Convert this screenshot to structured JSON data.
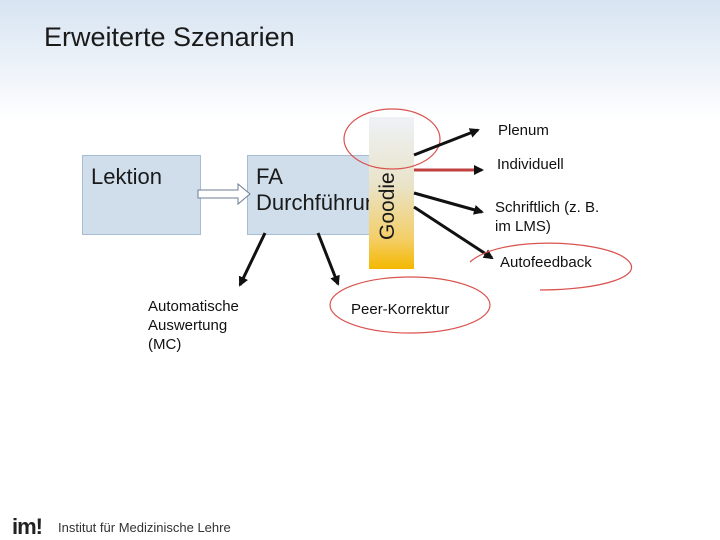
{
  "slide": {
    "title": "Erweiterte Szenarien"
  },
  "diagram": {
    "lektion": "Lektion",
    "fa_line1": "FA",
    "fa_line2": "Durchführung",
    "goodie": "Goodie",
    "plenum": "Plenum",
    "individuell": "Individuell",
    "schriftlich_line1": "Schriftlich (z. B.",
    "schriftlich_line2": "im LMS)",
    "autofeedback": "Autofeedback",
    "auto_line1": "Automatische",
    "auto_line2": "Auswertung",
    "auto_line3": "(MC)",
    "peer": "Peer-Korrektur"
  },
  "footer": {
    "logo": "im!",
    "institute": "Institut für Medizinische Lehre"
  },
  "colors": {
    "box_fill": "#d0deeb",
    "oval_stroke": "#d9534f",
    "goodie_bottom": "#f4b800",
    "arrow": "#111111"
  }
}
